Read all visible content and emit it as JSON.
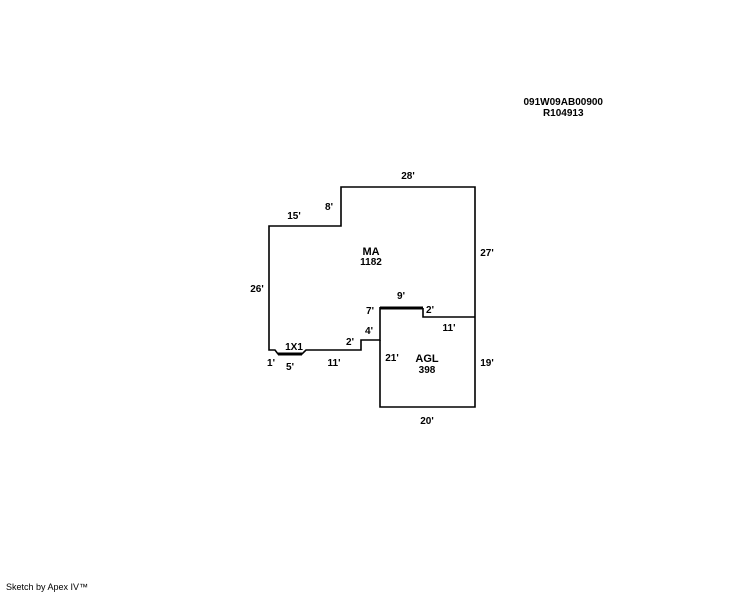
{
  "header": {
    "parcel_id": "091W09AB00900",
    "account_id": "R104913"
  },
  "footer": {
    "credit": "Sketch by Apex IV™"
  },
  "areas": {
    "main": {
      "code": "MA",
      "sqft": "1182"
    },
    "garage": {
      "code": "AGL",
      "sqft": "398"
    },
    "small": {
      "code": "1X1"
    }
  },
  "dimensions": {
    "main_top": "28'",
    "main_step_vertical": "8'",
    "main_step_horizontal": "15'",
    "main_left": "26'",
    "main_right": "27'",
    "bottom_left_corner": "1'",
    "bottom_notch": "5'",
    "bottom_run": "11'",
    "bottom_jog": "2'",
    "jog_up": "4'",
    "inner_up": "7'",
    "inner_top": "9'",
    "inner_drop": "2'",
    "inner_run": "11'",
    "garage_left": "21'",
    "garage_right": "19'",
    "garage_bottom": "20'"
  },
  "colors": {
    "line": "#000000",
    "background": "#ffffff"
  }
}
